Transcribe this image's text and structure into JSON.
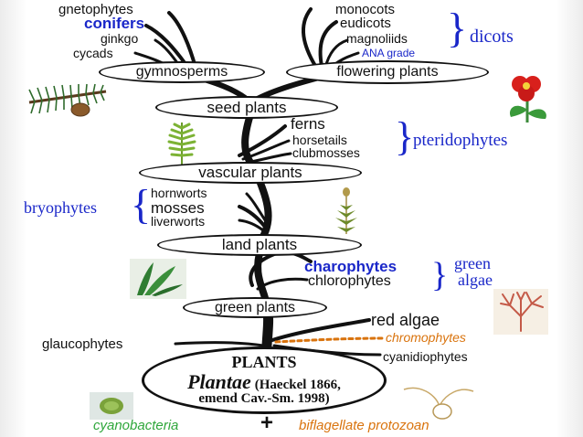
{
  "colors": {
    "trunk": "#111111",
    "blue_label": "#1a27c9",
    "orange_label": "#d9730d",
    "background": "#ffffff"
  },
  "top_left": {
    "gnetophytes": "gnetophytes",
    "conifers": "conifers",
    "ginkgo": "ginkgo",
    "cycads": "cycads"
  },
  "top_right": {
    "monocots": "monocots",
    "eudicots": "eudicots",
    "magnoliids": "magnoliids",
    "ana_grade": "ANA grade"
  },
  "groups": {
    "dicots": "dicots",
    "pteridophytes": "pteridophytes",
    "bryophytes": "bryophytes",
    "green_algae_line1": "green",
    "green_algae_line2": "algae"
  },
  "nodes": {
    "gymnosperms": "gymnosperms",
    "flowering_plants": "flowering plants",
    "seed_plants": "seed plants",
    "vascular_plants": "vascular plants",
    "land_plants": "land plants",
    "green_plants": "green plants"
  },
  "ferns_side": {
    "ferns": "ferns",
    "horsetails": "horsetails",
    "clubmosses": "clubmosses"
  },
  "bryo_side": {
    "hornworts": "hornworts",
    "mosses": "mosses",
    "liverworts": "liverworts"
  },
  "algae_side": {
    "charophytes": "charophytes",
    "chlorophytes": "chlorophytes"
  },
  "lower": {
    "red_algae": "red algae",
    "chromophytes": "chromophytes",
    "cyanidiophytes": "cyanidiophytes",
    "glaucophytes": "glaucophytes"
  },
  "root": {
    "plants": "PLANTS",
    "plantae": "Plantae",
    "haeckel": "(Haeckel 1866,",
    "emend": "emend Cav.-Sm. 1998)"
  },
  "bottom": {
    "cyanobacteria": "cyanobacteria",
    "plus": "+",
    "protozoan": "biflagellate protozoan"
  },
  "icons": [
    "conifer-branch-icon",
    "red-flower-icon",
    "fern-frond-icon",
    "moss-icon",
    "green-alga-icon",
    "red-alga-icon",
    "cyanobacteria-icon",
    "protozoan-icon"
  ]
}
